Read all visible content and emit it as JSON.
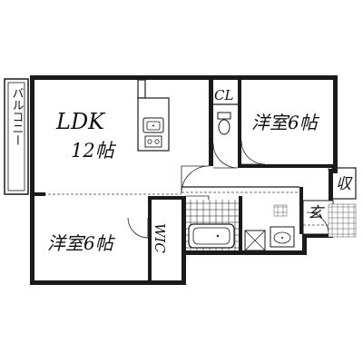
{
  "rooms": {
    "balcony": "バルコニー",
    "ldk_name": "LDK",
    "ldk_size": "12帖",
    "bedroom_east": "洋室6帖",
    "bedroom_west": "洋室6帖",
    "closet": "CL",
    "walk_in_closet": "WIC",
    "storage": "収",
    "entrance": "玄"
  }
}
